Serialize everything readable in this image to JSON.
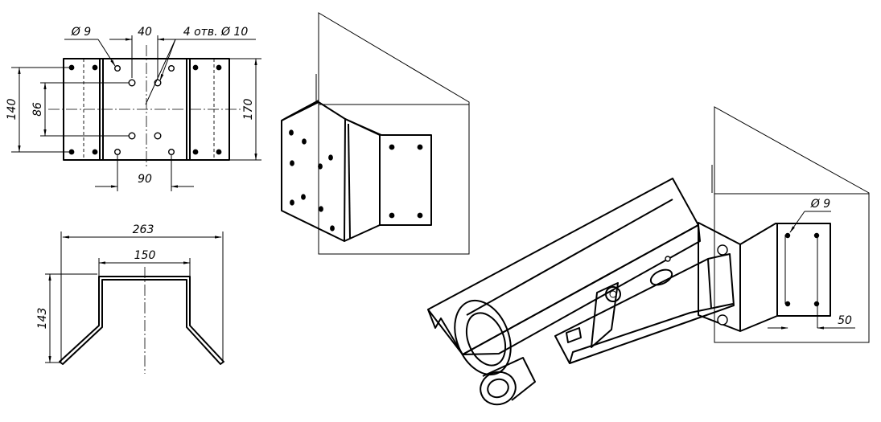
{
  "dimensions": {
    "hole_dia_small": "Ø 9",
    "hole_spacing_top": "40",
    "holes_4x_dia10": "4 отв. Ø 10",
    "height_140": "140",
    "height_86": "86",
    "height_170": "170",
    "width_90": "90",
    "width_263": "263",
    "width_150": "150",
    "depth_143": "143",
    "hole_dia_detail": "Ø 9",
    "width_50": "50"
  }
}
